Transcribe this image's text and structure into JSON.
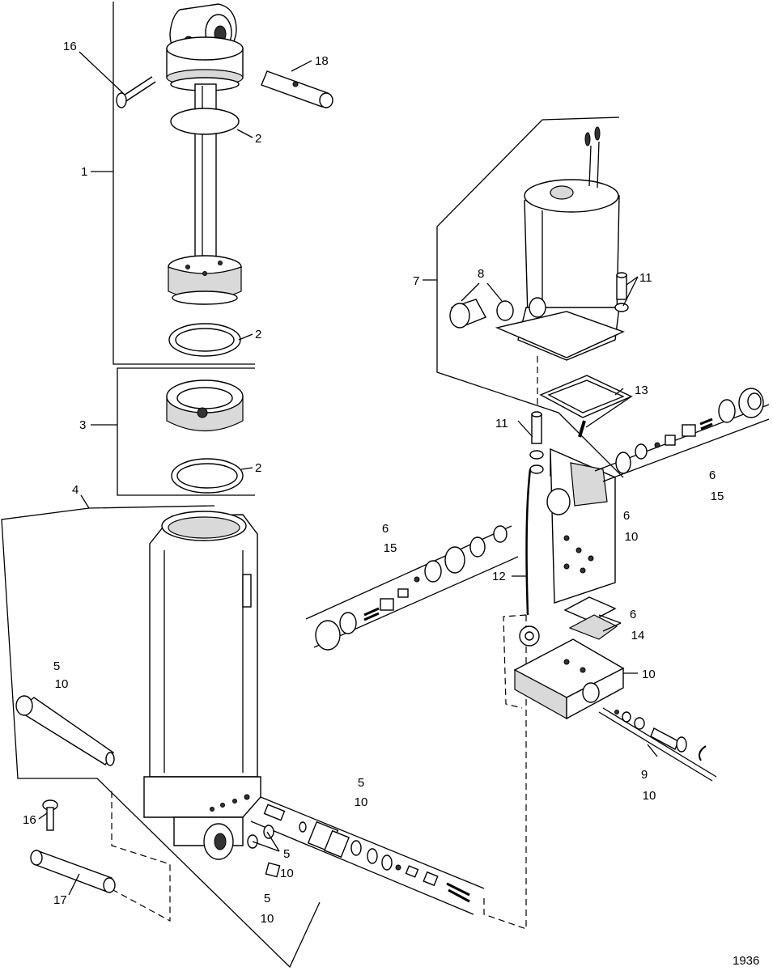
{
  "callouts": {
    "c1": "1",
    "c2a": "2",
    "c2b": "2",
    "c2c": "2",
    "c3": "3",
    "c4": "4",
    "c5_10_top": "5",
    "c5_10_bot": "10",
    "c5_10b_top": "5",
    "c5_10b_bot": "10",
    "c5a": "5",
    "c10a": "10",
    "c5b_top": "5",
    "c5b_bot": "10",
    "c6_15_right_top": "6",
    "c6_15_right_bot": "15",
    "c6_15_left_top": "6",
    "c6_15_left_bot": "15",
    "c6_10_top": "6",
    "c6_10_bot": "10",
    "c6_14_top": "6",
    "c6_14_bot": "14",
    "c7": "7",
    "c8": "8",
    "c9_top": "9",
    "c9_bot": "10",
    "c10_plate": "10",
    "c11_upper": "11",
    "c11_lower": "11",
    "c12": "12",
    "c13": "13",
    "c16_top": "16",
    "c16_bot": "16",
    "c17": "17",
    "c18": "18"
  },
  "figure_number": "1936"
}
